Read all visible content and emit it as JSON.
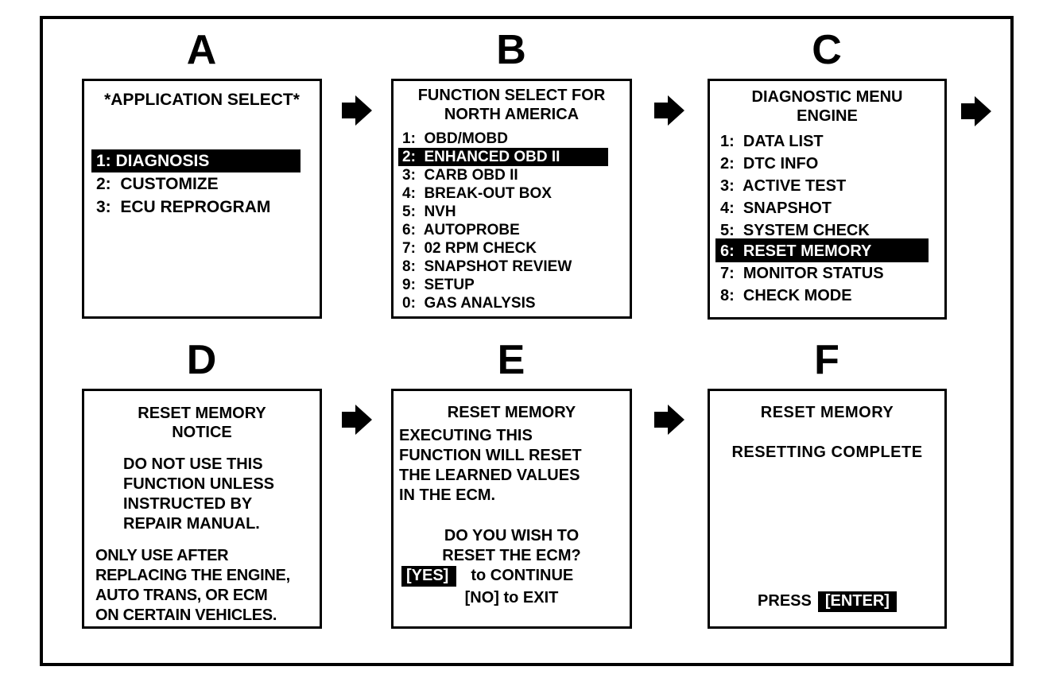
{
  "colors": {
    "foreground": "#000000",
    "background": "#ffffff",
    "highlight_bg": "#000000",
    "highlight_fg": "#ffffff"
  },
  "screens": {
    "a": {
      "label": "A",
      "title": "*APPLICATION SELECT*",
      "items": [
        {
          "text": "1: DIAGNOSIS",
          "highlighted": true
        },
        {
          "text": "2:  CUSTOMIZE",
          "highlighted": false
        },
        {
          "text": "3:  ECU REPROGRAM",
          "highlighted": false
        }
      ]
    },
    "b": {
      "label": "B",
      "title_line1": "FUNCTION SELECT FOR",
      "title_line2": "NORTH AMERICA",
      "items": [
        {
          "text": "1:  OBD/MOBD",
          "highlighted": false
        },
        {
          "text": "2:  ENHANCED OBD II",
          "highlighted": true
        },
        {
          "text": "3:  CARB OBD II",
          "highlighted": false
        },
        {
          "text": "4:  BREAK-OUT BOX",
          "highlighted": false
        },
        {
          "text": "5:  NVH",
          "highlighted": false
        },
        {
          "text": "6:  AUTOPROBE",
          "highlighted": false
        },
        {
          "text": "7:  02 RPM CHECK",
          "highlighted": false
        },
        {
          "text": "8:  SNAPSHOT REVIEW",
          "highlighted": false
        },
        {
          "text": "9:  SETUP",
          "highlighted": false
        },
        {
          "text": "0:  GAS ANALYSIS",
          "highlighted": false
        }
      ]
    },
    "c": {
      "label": "C",
      "title_line1": "DIAGNOSTIC MENU",
      "title_line2": "ENGINE",
      "items": [
        {
          "text": "1:  DATA LIST",
          "highlighted": false
        },
        {
          "text": "2:  DTC INFO",
          "highlighted": false
        },
        {
          "text": "3:  ACTIVE TEST",
          "highlighted": false
        },
        {
          "text": "4:  SNAPSHOT",
          "highlighted": false
        },
        {
          "text": "5:  SYSTEM CHECK",
          "highlighted": false
        },
        {
          "text": "6:  RESET MEMORY",
          "highlighted": true
        },
        {
          "text": "7:  MONITOR STATUS",
          "highlighted": false
        },
        {
          "text": "8:  CHECK MODE",
          "highlighted": false
        }
      ]
    },
    "d": {
      "label": "D",
      "heading_line1": "RESET MEMORY",
      "heading_line2": "NOTICE",
      "para1": [
        "DO NOT USE THIS",
        "FUNCTION UNLESS",
        "INSTRUCTED BY",
        "REPAIR MANUAL."
      ],
      "para2": [
        "ONLY USE AFTER",
        "REPLACING THE ENGINE,",
        "AUTO TRANS, OR ECM",
        "ON CERTAIN VEHICLES."
      ]
    },
    "e": {
      "label": "E",
      "heading": "RESET MEMORY",
      "body": [
        "EXECUTING THIS",
        "FUNCTION WILL RESET",
        "THE LEARNED VALUES",
        "IN THE ECM."
      ],
      "question_line1": "DO YOU WISH TO",
      "question_line2": "RESET THE ECM?",
      "yes_token": "[YES]",
      "yes_rest": "to CONTINUE",
      "no_line": "[NO] to EXIT"
    },
    "f": {
      "label": "F",
      "heading": "RESET MEMORY",
      "status": "RESETTING COMPLETE",
      "press_label": "PRESS",
      "enter_token": "[ENTER]"
    }
  }
}
